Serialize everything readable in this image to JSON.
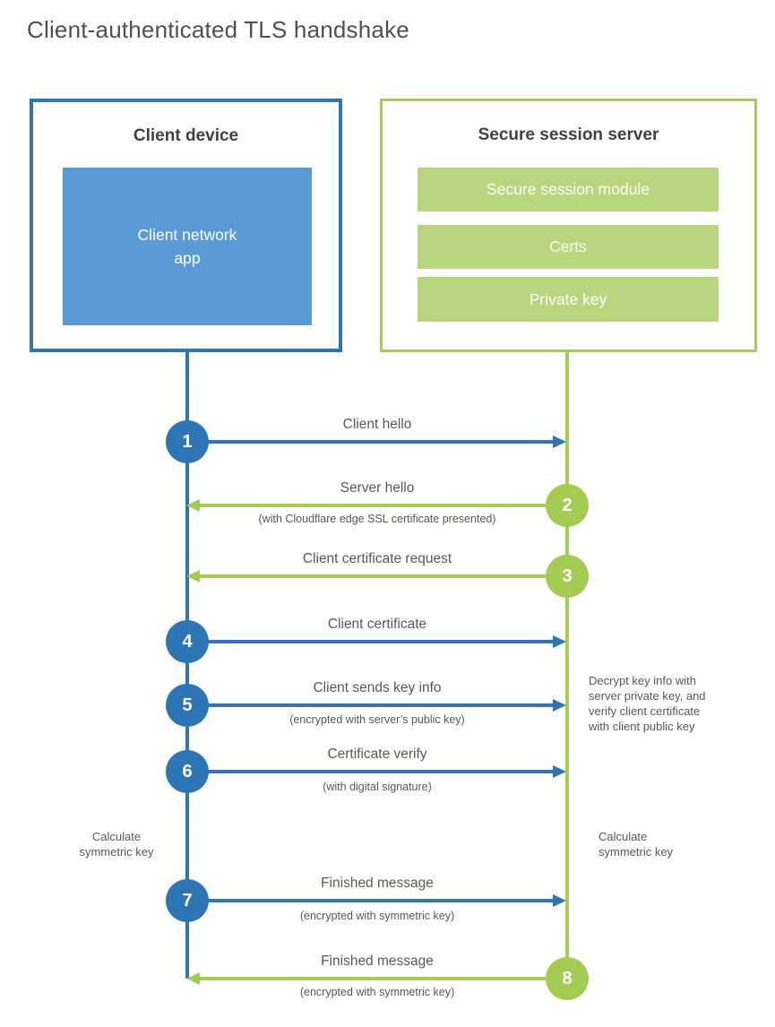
{
  "title": "Client-authenticated TLS handshake",
  "client": {
    "title": "Client device",
    "app_label": "Client network\napp"
  },
  "server": {
    "title": "Secure session server",
    "modules": [
      "Secure session module",
      "Certs",
      "Private key"
    ]
  },
  "flows": [
    {
      "number": "1",
      "label": "Client hello",
      "sublabel": "",
      "direction": "client-to-server",
      "color": "#2e75b6"
    },
    {
      "number": "2",
      "label": "Server hello",
      "sublabel": "(with Cloudflare edge SSL certificate presented)",
      "direction": "server-to-client",
      "color": "#a4cb52"
    },
    {
      "number": "3",
      "label": "Client certificate request",
      "sublabel": "",
      "direction": "server-to-client",
      "color": "#a4cb52"
    },
    {
      "number": "4",
      "label": "Client certificate",
      "sublabel": "",
      "direction": "client-to-server",
      "color": "#2e75b6"
    },
    {
      "number": "5",
      "label": "Client sends key info",
      "sublabel": "(encrypted with server’s public key)",
      "direction": "client-to-server",
      "color": "#2e75b6"
    },
    {
      "number": "6",
      "label": "Certificate verify",
      "sublabel": "(with digital signature)",
      "direction": "client-to-server",
      "color": "#2e75b6"
    },
    {
      "number": "7",
      "label": "Finished message",
      "sublabel": "(encrypted with symmetric key)",
      "direction": "client-to-server",
      "color": "#2e75b6"
    },
    {
      "number": "8",
      "label": "Finished message",
      "sublabel": "(encrypted with symmetric key)",
      "direction": "server-to-client",
      "color": "#a4cb52"
    }
  ],
  "annotations": {
    "decrypt_note": "Decrypt key info with\nserver private key, and\nverify client certificate\nwith client public key",
    "calc_left": "Calculate\nsymmetric key",
    "calc_right": "Calculate\nsymmetric key"
  },
  "colors": {
    "client_blue": "#2e75b6",
    "client_fill_blue": "#5b9bd5",
    "server_green": "#a4cb52",
    "server_fill_green": "#b8d67e",
    "heading_dark": "#414042",
    "label_gray": "#57585a"
  }
}
